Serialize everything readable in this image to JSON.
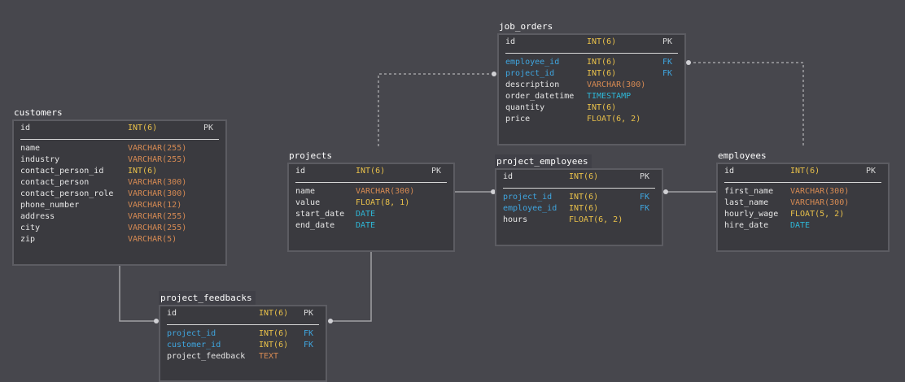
{
  "colors": {
    "background": "#47474d",
    "box_background": "#3a3a3f",
    "box_border": "#5c5c62",
    "title_text": "#ffffff",
    "plain_column": "#e6e6e6",
    "fk_column": "#3fa6e0",
    "int_type": "#e8c04a",
    "varchar_type": "#d68a53",
    "date_type": "#2eb6d6",
    "pk_key": "#d9d9d9",
    "fk_key": "#3fa6e0",
    "connector": "#a0a0a4"
  },
  "tables": [
    {
      "id": "job_orders",
      "title": "job_orders",
      "header": {
        "name": "id",
        "type": "INT(6)",
        "key": "PK"
      },
      "columns": [
        {
          "name": "employee_id",
          "type": "INT(6)",
          "key": "FK"
        },
        {
          "name": "project_id",
          "type": "INT(6)",
          "key": "FK"
        },
        {
          "name": "description",
          "type": "VARCHAR(300)",
          "key": ""
        },
        {
          "name": "order_datetime",
          "type": "TIMESTAMP",
          "key": ""
        },
        {
          "name": "quantity",
          "type": "INT(6)",
          "key": ""
        },
        {
          "name": "price",
          "type": "FLOAT(6, 2)",
          "key": ""
        }
      ]
    },
    {
      "id": "customers",
      "title": "customers",
      "header": {
        "name": "id",
        "type": "INT(6)",
        "key": "PK"
      },
      "columns": [
        {
          "name": "name",
          "type": "VARCHAR(255)",
          "key": ""
        },
        {
          "name": "industry",
          "type": "VARCHAR(255)",
          "key": ""
        },
        {
          "name": "contact_person_id",
          "type": "INT(6)",
          "key": ""
        },
        {
          "name": "contact_person",
          "type": "VARCHAR(300)",
          "key": ""
        },
        {
          "name": "contact_person_role",
          "type": "VARCHAR(300)",
          "key": ""
        },
        {
          "name": "phone_number",
          "type": "VARCHAR(12)",
          "key": ""
        },
        {
          "name": "address",
          "type": "VARCHAR(255)",
          "key": ""
        },
        {
          "name": "city",
          "type": "VARCHAR(255)",
          "key": ""
        },
        {
          "name": "zip",
          "type": "VARCHAR(5)",
          "key": ""
        }
      ]
    },
    {
      "id": "projects",
      "title": "projects",
      "header": {
        "name": "id",
        "type": "INT(6)",
        "key": "PK"
      },
      "columns": [
        {
          "name": "name",
          "type": "VARCHAR(300)",
          "key": ""
        },
        {
          "name": "value",
          "type": "FLOAT(8, 1)",
          "key": ""
        },
        {
          "name": "start_date",
          "type": "DATE",
          "key": ""
        },
        {
          "name": "end_date",
          "type": "DATE",
          "key": ""
        }
      ]
    },
    {
      "id": "project_employees",
      "title": "project_employees",
      "header": {
        "name": "id",
        "type": "INT(6)",
        "key": "PK"
      },
      "columns": [
        {
          "name": "project_id",
          "type": "INT(6)",
          "key": "FK"
        },
        {
          "name": "employee_id",
          "type": "INT(6)",
          "key": "FK"
        },
        {
          "name": "hours",
          "type": "FLOAT(6, 2)",
          "key": ""
        }
      ]
    },
    {
      "id": "employees",
      "title": "employees",
      "header": {
        "name": "id",
        "type": "INT(6)",
        "key": "PK"
      },
      "columns": [
        {
          "name": "first_name",
          "type": "VARCHAR(300)",
          "key": ""
        },
        {
          "name": "last_name",
          "type": "VARCHAR(300)",
          "key": ""
        },
        {
          "name": "hourly_wage",
          "type": "FLOAT(5, 2)",
          "key": ""
        },
        {
          "name": "hire_date",
          "type": "DATE",
          "key": ""
        }
      ]
    },
    {
      "id": "project_feedbacks",
      "title": "project_feedbacks",
      "header": {
        "name": "id",
        "type": "INT(6)",
        "key": "PK"
      },
      "columns": [
        {
          "name": "project_id",
          "type": "INT(6)",
          "key": "FK"
        },
        {
          "name": "customer_id",
          "type": "INT(6)",
          "key": "FK"
        },
        {
          "name": "project_feedback",
          "type": "TEXT",
          "key": ""
        }
      ]
    }
  ],
  "relationships": [
    {
      "from": "job_orders",
      "to": "projects",
      "style": "dashed"
    },
    {
      "from": "job_orders",
      "to": "employees",
      "style": "dashed"
    },
    {
      "from": "projects",
      "to": "project_employees",
      "style": "solid"
    },
    {
      "from": "project_employees",
      "to": "employees",
      "style": "solid"
    },
    {
      "from": "customers",
      "to": "project_feedbacks",
      "style": "solid"
    },
    {
      "from": "projects",
      "to": "project_feedbacks",
      "style": "solid"
    }
  ]
}
